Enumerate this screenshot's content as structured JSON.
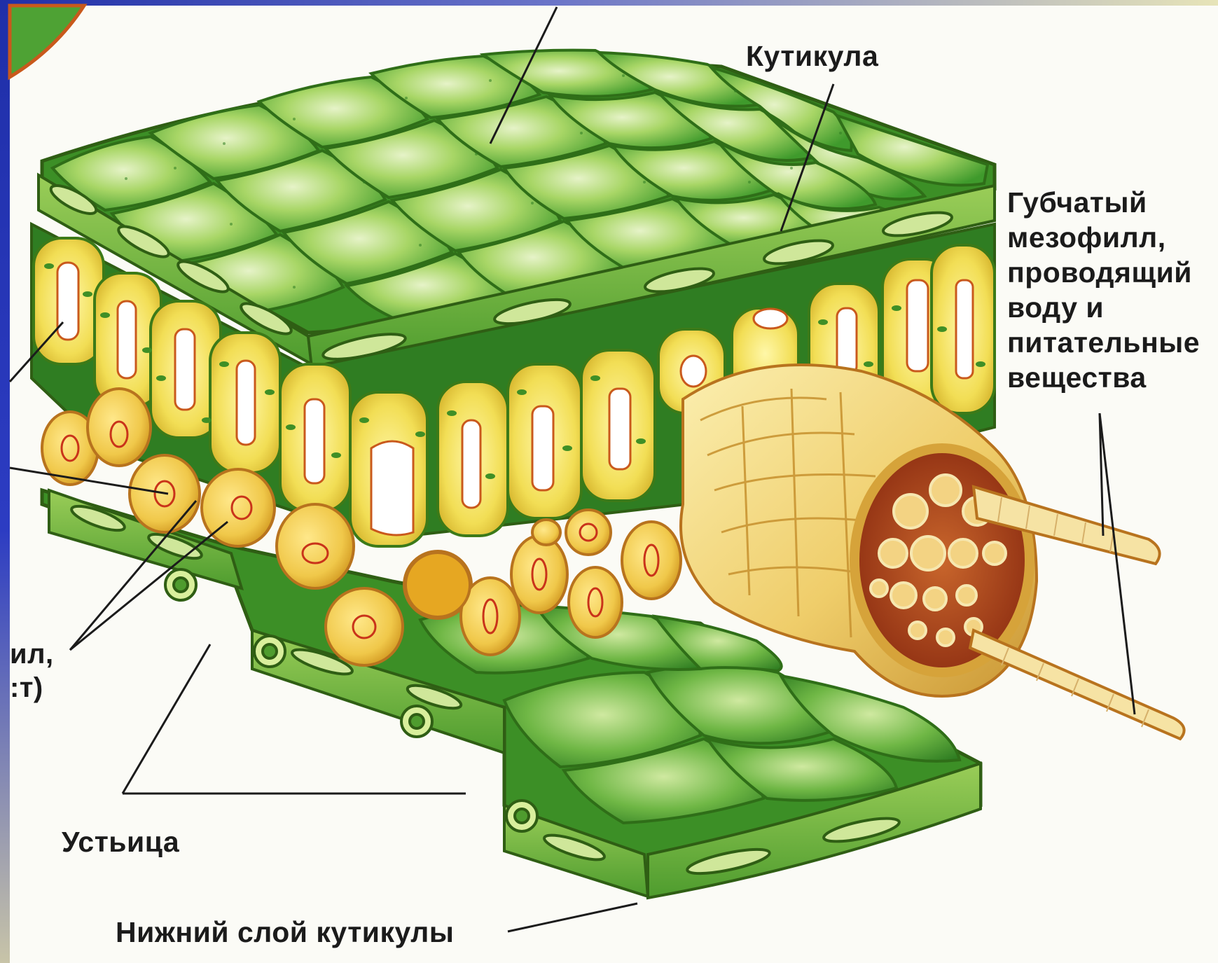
{
  "labels": {
    "cuticle": "Кутикула",
    "spongy_mesophyll": [
      "Губчатый",
      "мезофилл,",
      "проводящий",
      "воду и",
      "питательные",
      "вещества"
    ],
    "stoma": "Устьица",
    "lower_cuticle": "Нижний слой кутикулы",
    "cut_off_left": [
      "ил,",
      ":т)"
    ]
  },
  "colors": {
    "frame_blue": "#1f2fa8",
    "leaf_green": "#3d9a2e",
    "light_green": "#b6d86a",
    "cell_yellow": "#f3e36a",
    "vessel_red": "#b23a1a",
    "outline": "#2f5e14"
  }
}
